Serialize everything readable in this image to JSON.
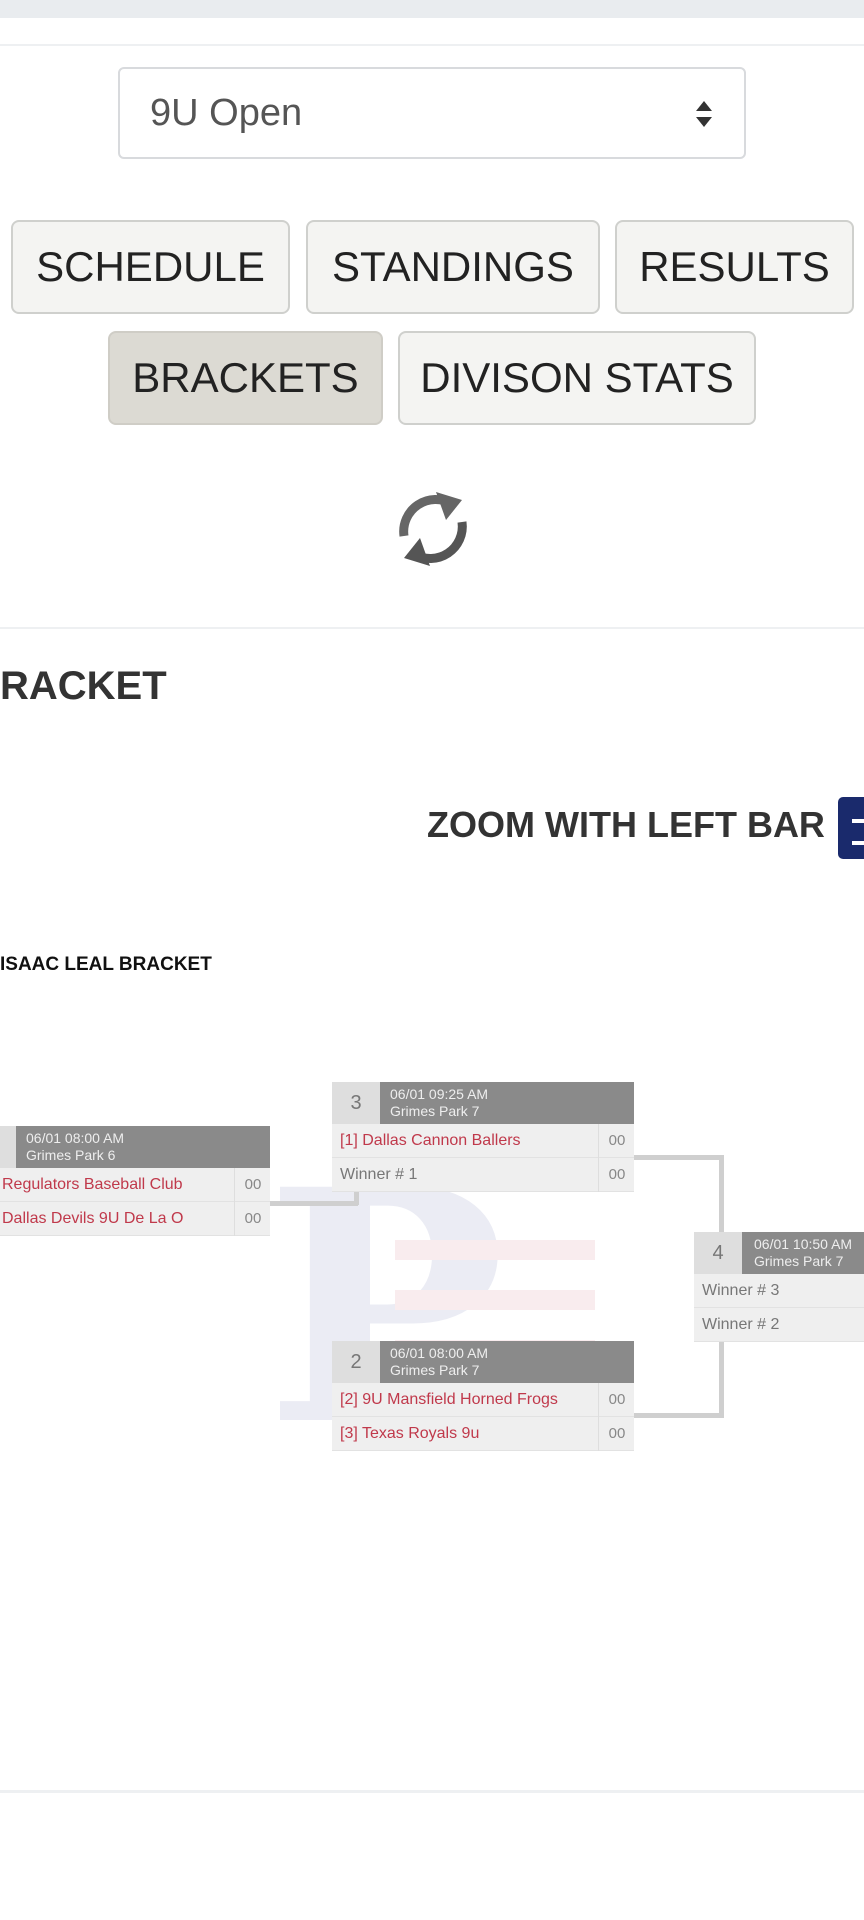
{
  "division_select": {
    "value": "9U Open"
  },
  "nav_buttons": [
    "SCHEDULE",
    "STANDINGS",
    "RESULTS",
    "BRACKETS",
    "DIVISON STATS"
  ],
  "active_tab": "BRACKETS",
  "section_title": "RACKET",
  "zoom_label": "ZOOM WITH LEFT BAR",
  "bracket_name": "ISAAC LEAL BRACKET",
  "games": [
    {
      "num": "",
      "time": "06/01 08:00 AM",
      "field": "Grimes Park 6",
      "teams": [
        {
          "name": "Regulators Baseball Club",
          "score": "00"
        },
        {
          "name": "Dallas Devils 9U De La O",
          "score": "00"
        }
      ]
    },
    {
      "num": "3",
      "time": "06/01 09:25 AM",
      "field": "Grimes Park 7",
      "teams": [
        {
          "name": "[1] Dallas Cannon Ballers",
          "score": "00"
        },
        {
          "name": "Winner # 1",
          "score": "00"
        }
      ]
    },
    {
      "num": "2",
      "time": "06/01 08:00 AM",
      "field": "Grimes Park 7",
      "teams": [
        {
          "name": "[2] 9U Mansfield Horned Frogs",
          "score": "00"
        },
        {
          "name": "[3] Texas Royals 9u",
          "score": "00"
        }
      ]
    },
    {
      "num": "4",
      "time": "06/01 10:50 AM",
      "field": "Grimes Park 7",
      "teams": [
        {
          "name": "Winner # 3",
          "score": ""
        },
        {
          "name": "Winner # 2",
          "score": ""
        }
      ]
    }
  ],
  "colors": {
    "accent_blue": "#1a2a6c",
    "team_red": "#c0394b",
    "active_tab_bg": "#dcdad3"
  },
  "icons": {
    "refresh": "refresh-icon",
    "select_arrows": "sort-arrows-icon",
    "zoom": "zoom-icon"
  }
}
